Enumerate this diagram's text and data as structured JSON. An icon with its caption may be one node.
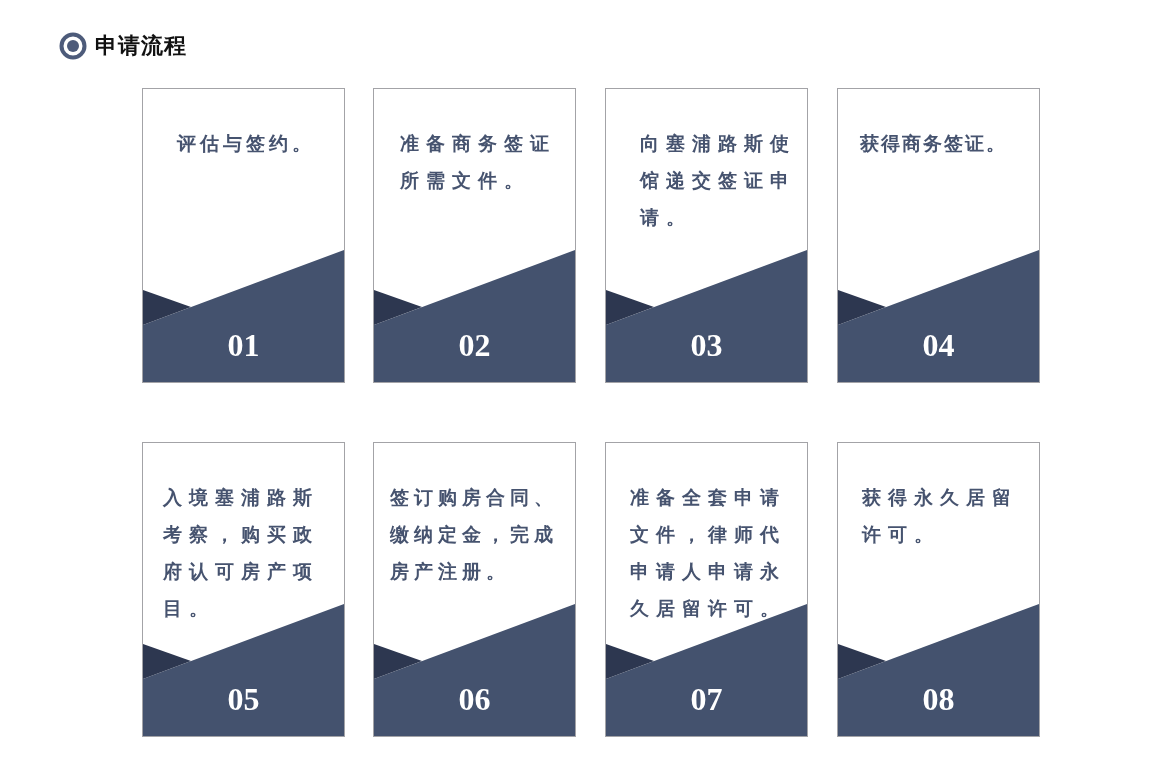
{
  "diagram": {
    "title": "申请流程",
    "nodes": [
      {
        "text": [
          "评估与签约。",
          "01"
        ]
      },
      {
        "text": [
          "准备商务签证所需文件。",
          "02"
        ]
      },
      {
        "text": [
          "向塞浦路斯使馆递交签证申请。",
          "03"
        ]
      },
      {
        "text": [
          "获得商务签证。",
          "04"
        ]
      },
      {
        "text": [
          "入境塞浦路斯考察，购买政府认可房产项目。",
          "05"
        ]
      },
      {
        "text": [
          "签订购房合同、缴纳定金，完成房产注册。",
          "06"
        ]
      },
      {
        "text": [
          "准备全套申请文件，律师代申请人申请永久居留许可。",
          "07"
        ]
      },
      {
        "text": [
          "获得永久居留许可。",
          "08"
        ]
      }
    ]
  }
}
